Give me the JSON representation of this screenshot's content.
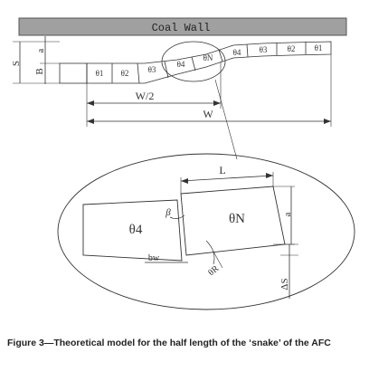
{
  "figure": {
    "coal_wall_label": "Coal Wall",
    "dim_labels": {
      "S": "S",
      "a": "a",
      "B": "B",
      "half_w": "W/2",
      "w": "W"
    },
    "segments": [
      "θ1",
      "θ2",
      "θ3",
      "θ4",
      "θN",
      "θ4",
      "θ3",
      "θ2",
      "θ1"
    ],
    "detail": {
      "pan_left": "θ4",
      "pan_right": "θN",
      "length": "L",
      "a": "a",
      "beta": "β",
      "bw": "bw",
      "theta_r": "θR",
      "delta_s": "ΔS"
    }
  },
  "caption": {
    "text": "Figure 3—Theoretical model for the half length of the ‘snake’ of the AFC"
  },
  "colors": {
    "coal_wall_fill": "#a0a0a0",
    "line": "#333333"
  }
}
